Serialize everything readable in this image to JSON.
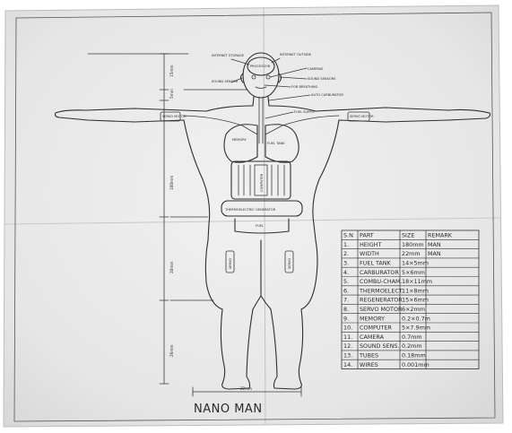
{
  "title": "NANO MAN",
  "dimension_labels": {
    "head": "15mm",
    "neck": "5mm",
    "torso": "100mm",
    "thigh": "20mm",
    "leg": "26mm",
    "foot_width": "22mm"
  },
  "anatomy_labels": {
    "processor": "PROCESSOR",
    "internet_storage": "INTERNET STORAGE",
    "internet_outside": "INTERNET OUTSIDE",
    "cameras": "CAMERAS",
    "sound_sensors": "SOUND SENSORS",
    "for_breathing": "FOR BREATHING",
    "sound_sensor": "SOUND SENSOR",
    "auto_carburetor": "AUTO CARBURATOR",
    "fuel_supply": "FUEL SUPPLY",
    "servo_motor_left": "SERVO MOTOR",
    "servo_motor_right": "SERVO MOTOR",
    "fuel_tank": "FUEL TANK",
    "memory": "MEMORY",
    "computer": "COMPUTER",
    "thermo_generator": "THERMOELECTRIC GENERATOR",
    "thermo_fuel": "FUEL",
    "thigh_left": "SERVO",
    "thigh_right": "SERVO"
  },
  "table": {
    "headers": [
      "S.N",
      "PART",
      "SIZE",
      "REMARK"
    ],
    "rows": [
      {
        "sn": "1.",
        "part": "HEIGHT",
        "size": "180mm",
        "remark": "MAN"
      },
      {
        "sn": "2.",
        "part": "WIDTH",
        "size": "22mm",
        "remark": "MAN"
      },
      {
        "sn": "3.",
        "part": "FUEL TANK",
        "size": "14×5mm",
        "remark": ""
      },
      {
        "sn": "4.",
        "part": "CARBURATOR",
        "size": "5×6mm",
        "remark": ""
      },
      {
        "sn": "5.",
        "part": "COMBU-CHAM.",
        "size": "18×11mm",
        "remark": ""
      },
      {
        "sn": "6.",
        "part": "THERMOELECT.",
        "size": "11×8mm",
        "remark": ""
      },
      {
        "sn": "7.",
        "part": "REGENERATOR",
        "size": "15×6mm",
        "remark": ""
      },
      {
        "sn": "8.",
        "part": "SERVO MOTOR",
        "size": "6×2mm",
        "remark": ""
      },
      {
        "sn": "9.",
        "part": "MEMORY",
        "size": "0.2×0.7m",
        "remark": ""
      },
      {
        "sn": "10.",
        "part": "COMPUTER",
        "size": "5×7.9mm",
        "remark": ""
      },
      {
        "sn": "11.",
        "part": "CAMERA",
        "size": "0.7mm",
        "remark": ""
      },
      {
        "sn": "12.",
        "part": "SOUND SENS.",
        "size": "0.2mm",
        "remark": ""
      },
      {
        "sn": "13.",
        "part": "TUBES",
        "size": "0.18mm",
        "remark": ""
      },
      {
        "sn": "14.",
        "part": "WIRES",
        "size": "0.001mm",
        "remark": ""
      }
    ]
  }
}
